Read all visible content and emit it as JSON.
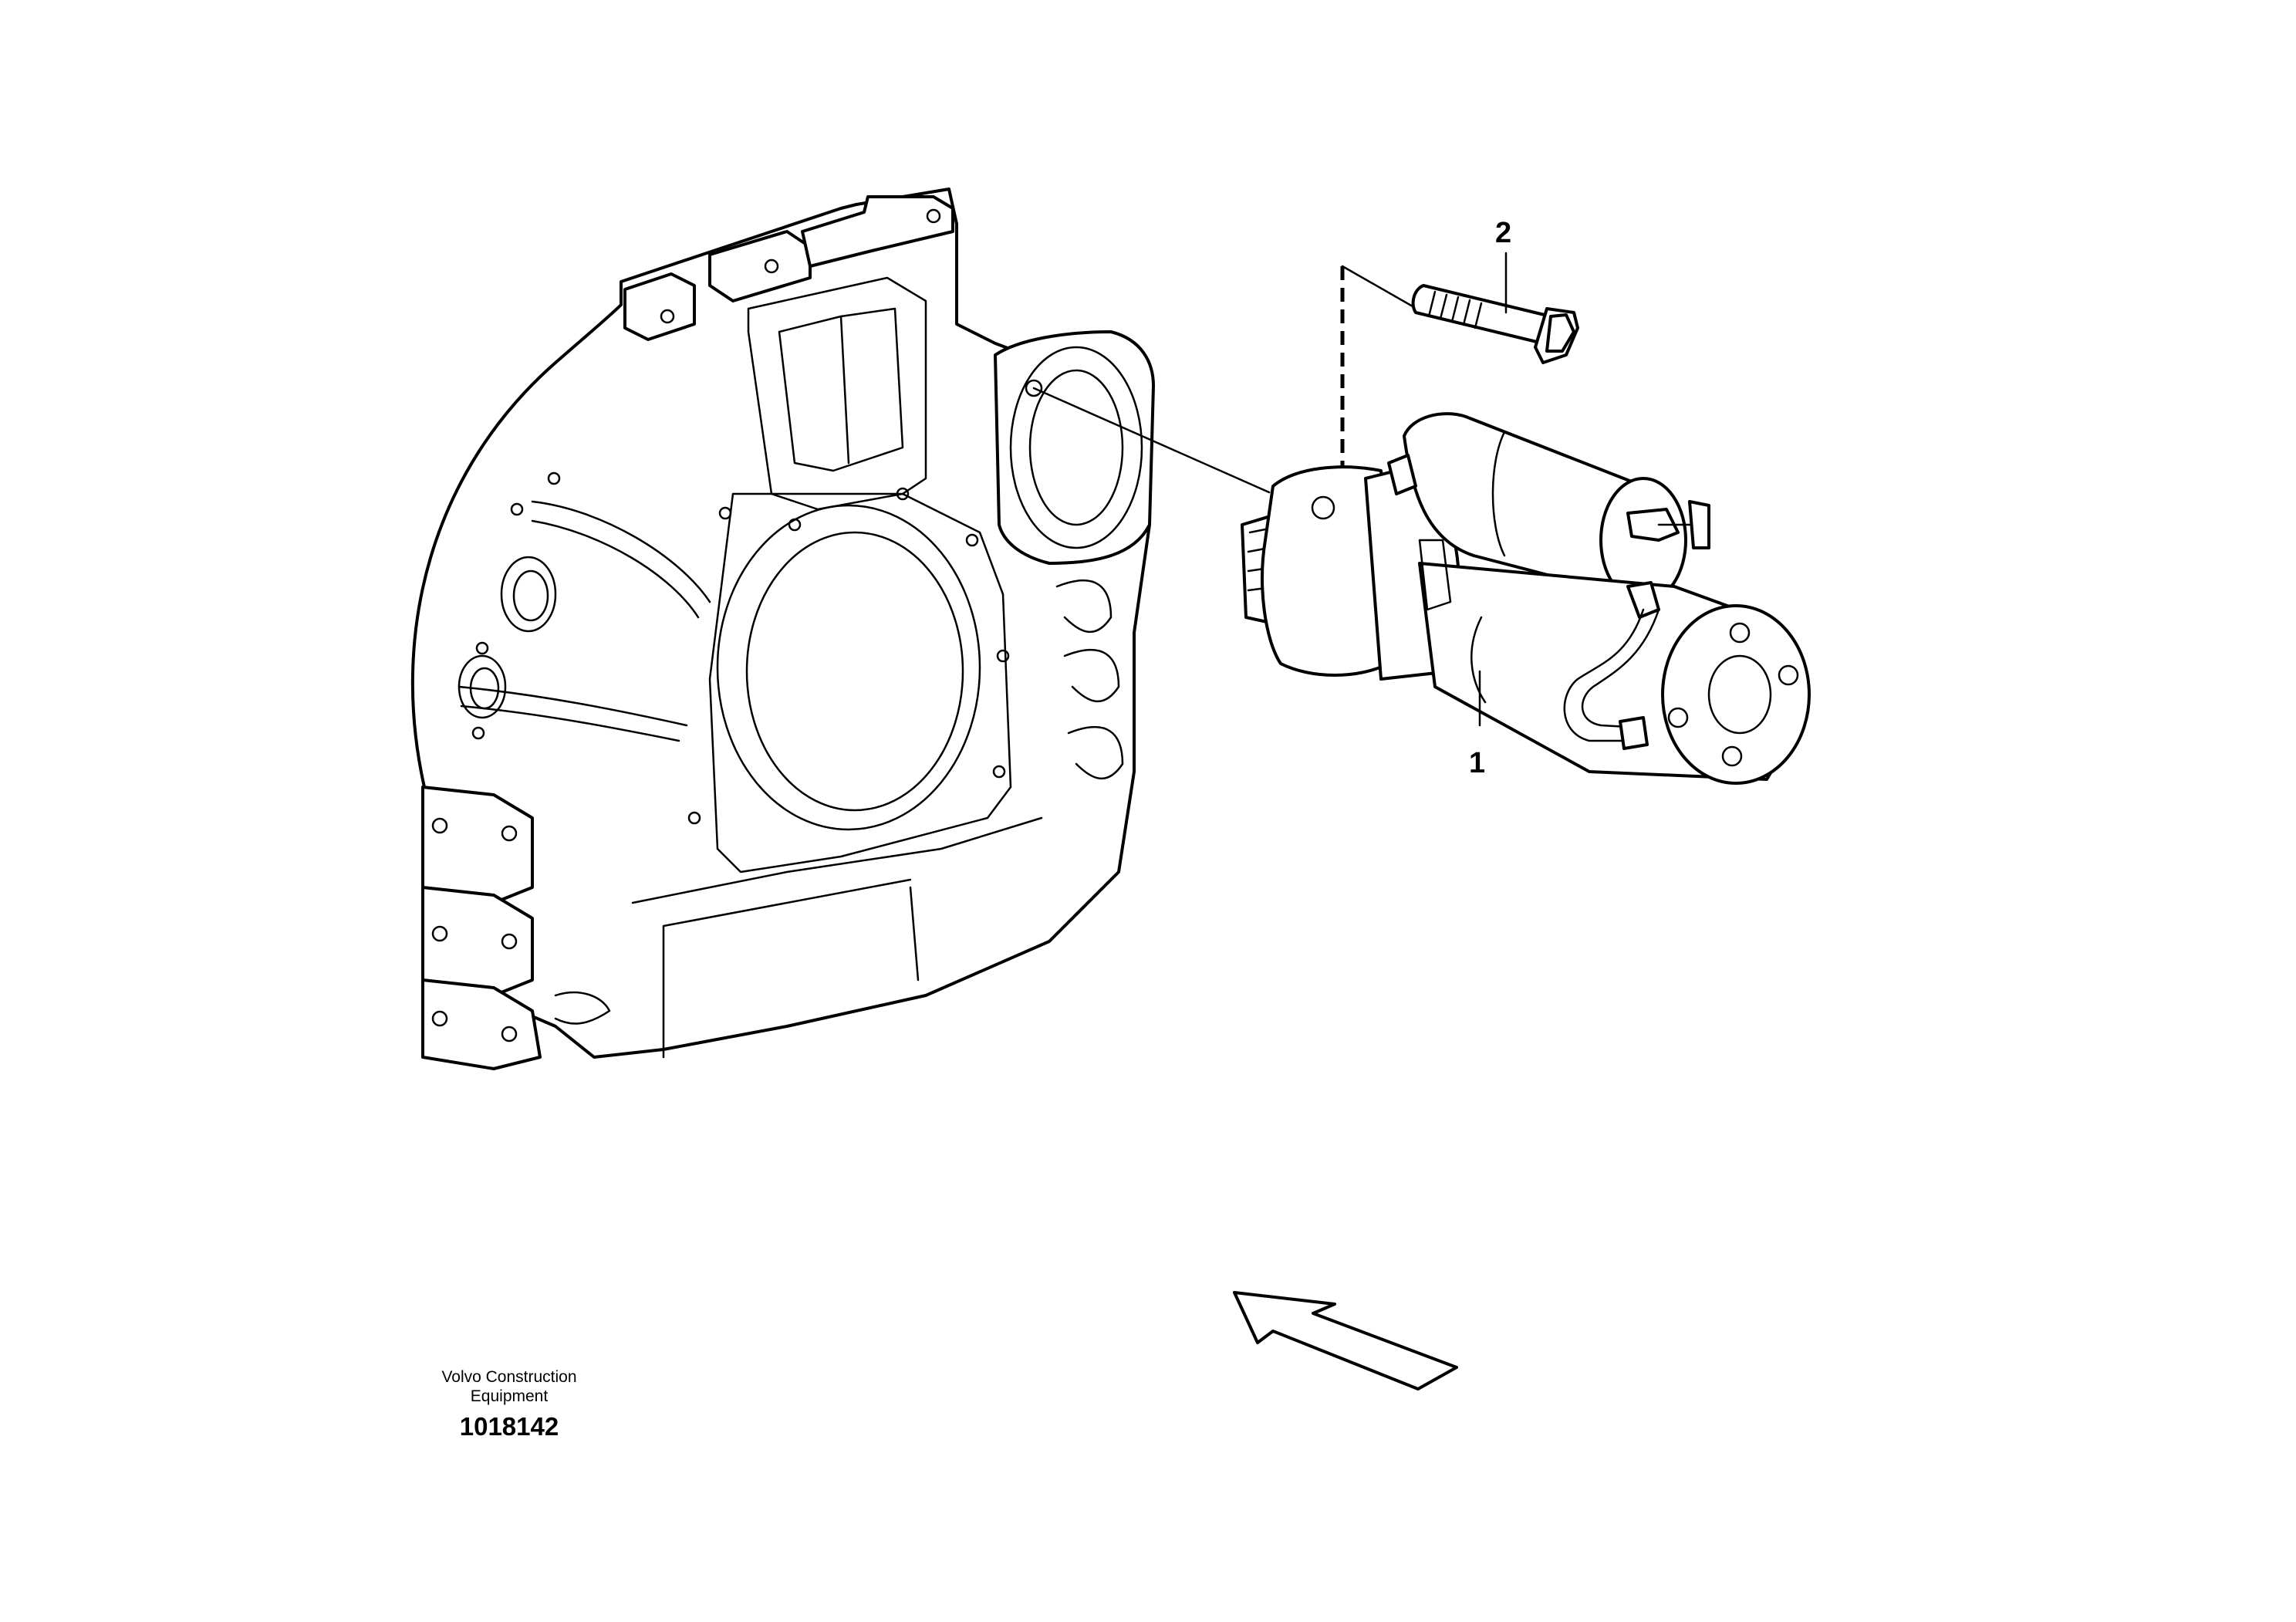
{
  "callouts": [
    {
      "label": "1"
    },
    {
      "label": "2"
    }
  ],
  "footer": {
    "company_line1": "Volvo Construction",
    "company_line2": "Equipment",
    "drawing_number": "1018142"
  },
  "icons": [
    "direction-arrow-icon"
  ],
  "colors": {
    "line": "#000000",
    "background": "#ffffff"
  }
}
